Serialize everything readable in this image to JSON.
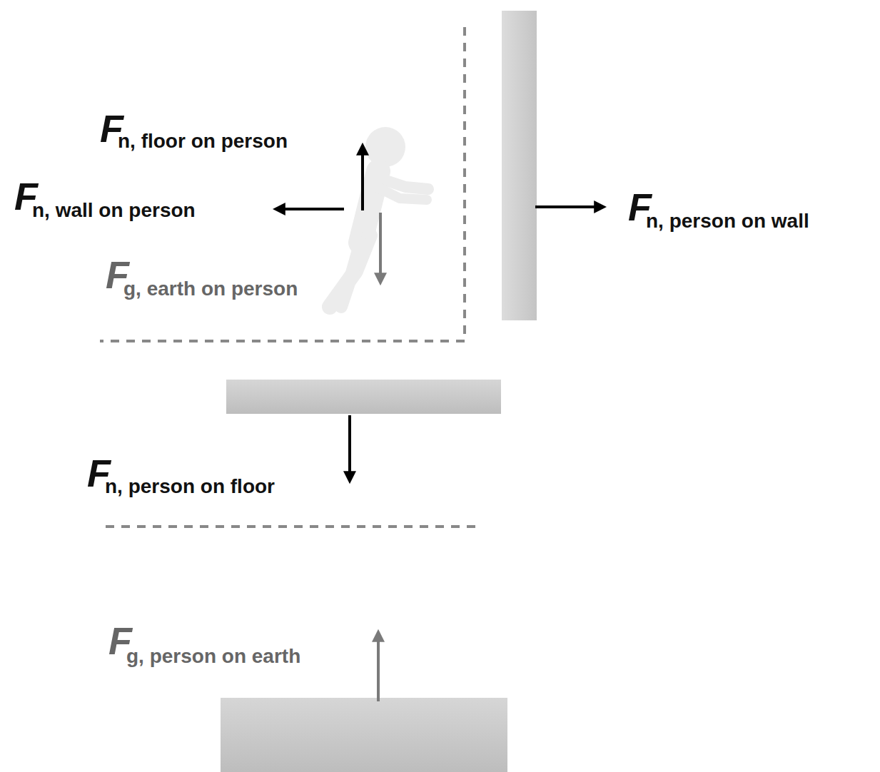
{
  "diagram": {
    "labels": [
      "F",
      "n, floor on person",
      "F",
      "n, wall on person",
      "F",
      "g, earth on person",
      "F",
      "n, person on wall",
      "F",
      "n, person on floor",
      "F",
      "g, person on earth"
    ]
  }
}
